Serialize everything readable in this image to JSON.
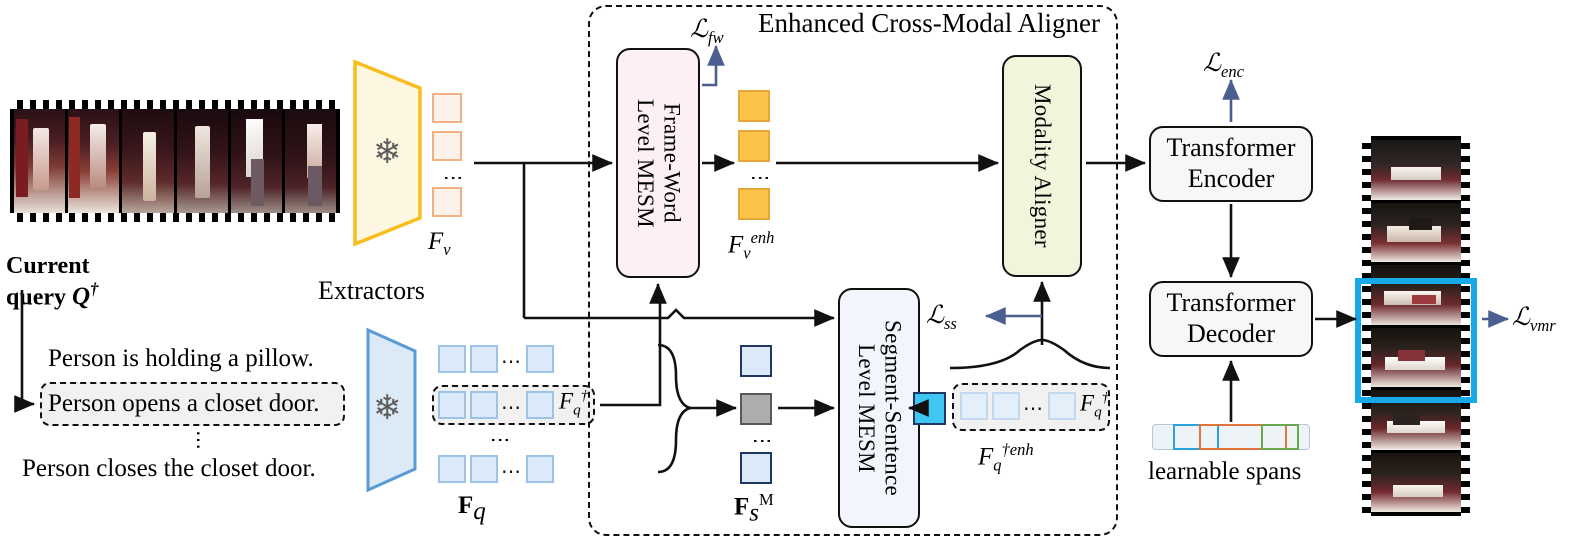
{
  "figure": {
    "module_title": "Enhanced Cross-Modal Aligner"
  },
  "left": {
    "current_query_line1": "Current",
    "current_query_line2": "query",
    "current_query_sym": "Q",
    "current_query_dagger": "†",
    "sentences": [
      "Person is holding a pillow.",
      "Person opens a closet door.",
      "Person closes the closet door."
    ],
    "highlighted_sentence_index": 1,
    "extractors_label": "Extractors",
    "video_feature_label": "F",
    "video_feature_sub": "v",
    "query_features_label": "F",
    "query_features_sub": "q",
    "query_cur_label": "F",
    "query_cur_sub": "q",
    "query_cur_sup": "†",
    "frozen_icon": "snowflake-icon",
    "video_trapezoid_color": "#f9bd1d",
    "video_trapezoid_fill": "#fdf6e0",
    "text_trapezoid_color": "#5b9bd5",
    "text_trapezoid_fill": "#dce9f7",
    "video_token_color": "#f2b084",
    "video_token_fill": "#fdf2e9",
    "query_token_color": "#9ec3e8",
    "query_token_fill": "#dce9f8"
  },
  "aligner": {
    "frame_word_mesm": "Frame-Word\nLevel MESM",
    "frame_word_mesm_l1": "Frame-Word",
    "frame_word_mesm_l2": "Level MESM",
    "segment_sentence_mesm_l1": "Segment-Sentence",
    "segment_sentence_mesm_l2": "Level MESM",
    "modality_aligner": "Modality Aligner",
    "fw_box_fill": "#fcf0f4",
    "ss_box_fill": "#f2f5fb",
    "ma_box_fill": "#f2f5dc",
    "enh_video_label": "F",
    "enh_video_sub": "v",
    "enh_video_sup": "enh",
    "enh_video_token_color": "#e8a53a",
    "enh_video_token_fill": "#fbc34a",
    "seg_label": "F",
    "seg_sub": "s",
    "seg_sup": "M",
    "seg_token_color": "#1f3864",
    "seg_token_fill": "#dce9f8",
    "seg_masked_fill": "#adadad",
    "seg_masked_color": "#595959",
    "enh_query_label": "F",
    "enh_query_sub": "q",
    "enh_query_sup": "†enh",
    "enh_query_inner_label": "F",
    "enh_query_inner_sub": "q",
    "enh_query_inner_sup": "†",
    "cls_token_fill": "#3fc6f2",
    "cls_token_color": "#1f3864"
  },
  "losses": {
    "fw": "ℒ",
    "fw_sub": "fw",
    "ss": "ℒ",
    "ss_sub": "ss",
    "enc": "ℒ",
    "enc_sub": "enc",
    "vmr": "ℒ",
    "vmr_sub": "vmr",
    "arrow_color": "#4a5f8f"
  },
  "right": {
    "encoder_l1": "Transformer",
    "encoder_l2": "Encoder",
    "decoder_l1": "Transformer",
    "decoder_l2": "Decoder",
    "learnable_spans_label": "learnable spans",
    "spans_bar_fill": "#eef3f8",
    "spans_bar_border": "#b8c6d4",
    "span_blue": "#29a3e0",
    "span_orange": "#e2743b",
    "span_green": "#6aa84f",
    "highlight_color": "#17a9e8",
    "highlighted_frames": [
      3,
      4
    ],
    "frame_count": 6
  }
}
